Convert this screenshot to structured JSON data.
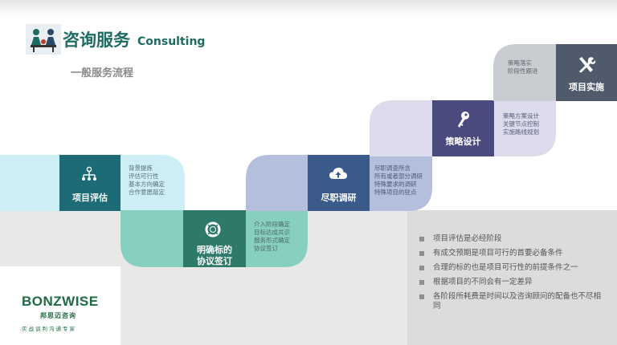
{
  "header": {
    "title_cn": "咨询服务",
    "title_en": "Consulting",
    "subtitle": "一般服务流程"
  },
  "steps": [
    {
      "label": "项目评估",
      "icon": "hierarchy-icon",
      "desc": [
        "背景提炼",
        "评估可行性",
        "基本方向确定",
        "合作意愿敲定"
      ]
    },
    {
      "label_line1": "明确标的",
      "label_line2": "协议签订",
      "icon": "lifebuoy-icon",
      "desc": [
        "介入阶段确定",
        "目标达成共识",
        "服务形式确定",
        "协议签订"
      ]
    },
    {
      "label": "尽职调研",
      "icon": "cloud-upload-icon",
      "desc": [
        "尽职调查所含",
        "所有或者部分调研",
        "特殊要求的调研",
        "特殊项目的驻点"
      ]
    },
    {
      "label": "策略设计",
      "icon": "key-icon",
      "desc": [
        "策略方案设计",
        "关键节点控制",
        "实施路线规划"
      ]
    },
    {
      "label": "项目实施",
      "icon": "tools-icon",
      "desc": [
        "策略落实",
        "阶段性跟进"
      ]
    }
  ],
  "notes": [
    "项目评估是必经阶段",
    "有成交预期是项目可行的首要必备条件",
    "合理的标的也是项目可行性的前提条件之一",
    "根据项目的不同会有一定差异",
    "各阶段所耗费是时间以及咨询顾问的配备也不尽相同"
  ],
  "brand": {
    "name": "BONZWISE",
    "name_cn": "邦思迈咨询",
    "tagline": "实战谈判沟通专家"
  },
  "colors": {
    "teal_dark": "#1c6b76",
    "green_dark": "#2e7a6a",
    "navy": "#3a5a8a",
    "purple": "#4a4a7e",
    "slate": "#4f5a6a"
  }
}
